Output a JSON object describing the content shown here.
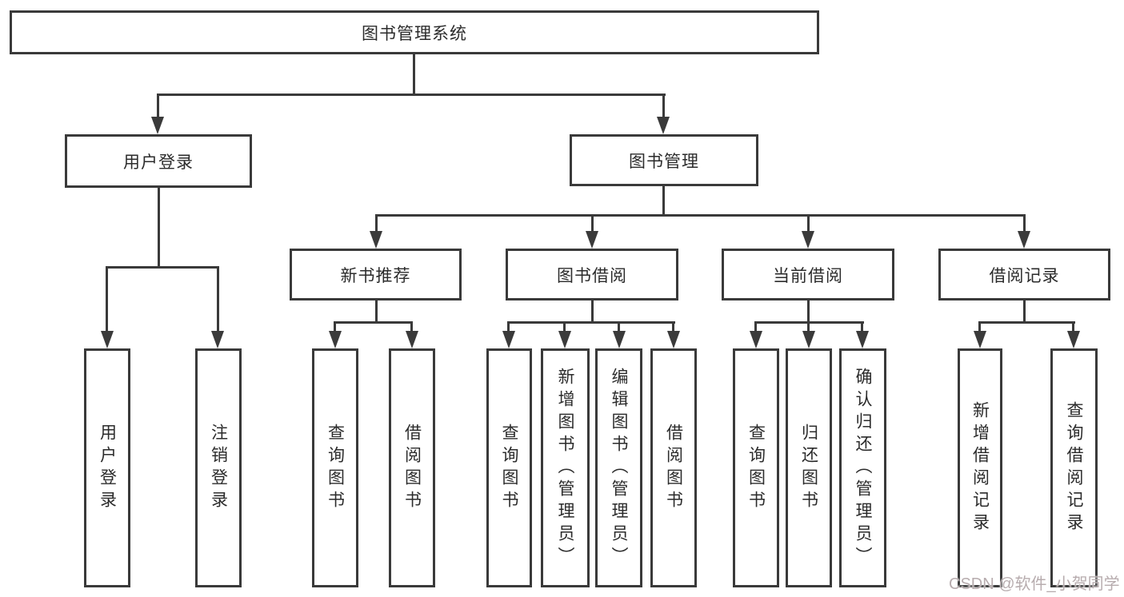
{
  "tree": {
    "label": "图书管理系统",
    "children": [
      {
        "label": "用户登录",
        "children": [
          {
            "label": "用户登录"
          },
          {
            "label": "注销登录"
          }
        ]
      },
      {
        "label": "图书管理",
        "children": [
          {
            "label": "新书推荐",
            "children": [
              {
                "label": "查询图书"
              },
              {
                "label": "借阅图书"
              }
            ]
          },
          {
            "label": "图书借阅",
            "children": [
              {
                "label": "查询图书"
              },
              {
                "label": "新增图书（管理员）"
              },
              {
                "label": "编辑图书（管理员）"
              },
              {
                "label": "借阅图书"
              }
            ]
          },
          {
            "label": "当前借阅",
            "children": [
              {
                "label": "查询图书"
              },
              {
                "label": "归还图书"
              },
              {
                "label": "确认归还（管理员）"
              }
            ]
          },
          {
            "label": "借阅记录",
            "children": [
              {
                "label": "新增借阅记录"
              },
              {
                "label": "查询借阅记录"
              }
            ]
          }
        ]
      }
    ]
  },
  "watermark": "CSDN @软件_小贺同学",
  "colors": {
    "line": "#3a3a3a",
    "text": "#2b2b2b",
    "watermark": "#b7acae",
    "background": "#ffffff"
  }
}
